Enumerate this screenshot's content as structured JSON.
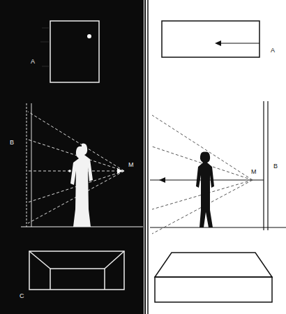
{
  "diagram": {
    "labels": [
      "A",
      "M",
      "B",
      "C",
      "A",
      "M",
      "B"
    ]
  }
}
